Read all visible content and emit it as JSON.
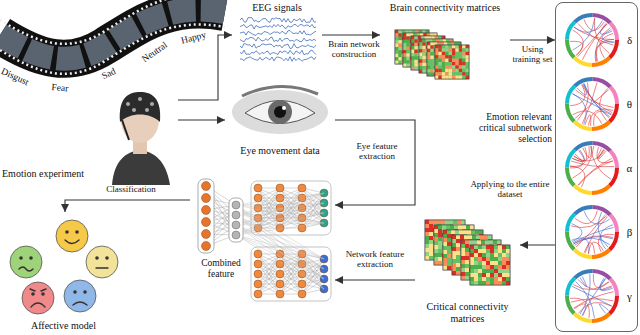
{
  "diagram": {
    "nodes": [
      {
        "text": [
          "Emotion experiment"
        ]
      },
      {
        "text": [
          "EEG signals"
        ]
      },
      {
        "text": [
          "Brain connectivity matrices"
        ]
      },
      {
        "text": [
          "δ",
          "θ",
          "α",
          "β",
          "γ"
        ]
      },
      {
        "text": [
          "Critical connectivity matrices"
        ]
      },
      {
        "text": [
          "Eye movement data"
        ]
      },
      {
        "text": [
          "Combined feature"
        ]
      },
      {
        "text": [
          "Affective model"
        ]
      }
    ],
    "edges": [
      {
        "from": 0,
        "to": 1,
        "arrow": "to"
      },
      {
        "from": 0,
        "to": 5,
        "arrow": "to"
      },
      {
        "from": 1,
        "to": 2,
        "label": "Brain network construction",
        "arrow": "to"
      },
      {
        "from": 2,
        "to": 3,
        "label": "Using training set",
        "arrow": "to"
      },
      {
        "from": 3,
        "to": 4,
        "label": "Applying to the entire dataset",
        "arrow": "to"
      },
      {
        "from": 5,
        "to": 6,
        "label": "Eye feature extraction",
        "arrow": "to"
      },
      {
        "from": 4,
        "to": 6,
        "label": "Network feature extraction",
        "arrow": "to"
      },
      {
        "from": 6,
        "to": 7,
        "label": "Classification",
        "arrow": "to"
      }
    ],
    "labels": [
      "Disgust",
      "Fear",
      "Sad",
      "Neutral",
      "Happy",
      "Emotion relevant critical subnetwork selection"
    ]
  }
}
